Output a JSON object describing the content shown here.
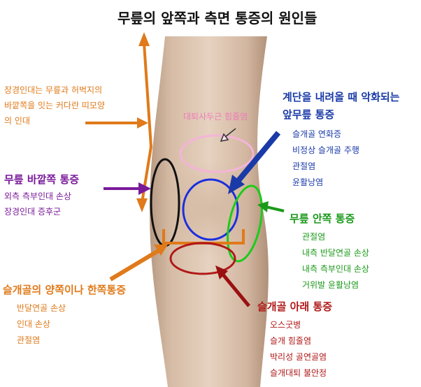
{
  "title": "무릎의 앞쪽과 측면 통증의 원인들",
  "itband": {
    "lines": [
      "장경인대는 무릎과 허벅지의",
      "바깥쪽을 잇는 커다란 띠모양",
      "의 인대"
    ]
  },
  "suprapatellar": {
    "label": "대퇴사두근 힘줄염"
  },
  "lateral": {
    "heading": "무릎 바깥쪽 통증",
    "items": [
      "외측 측부인대 손상",
      "장경인대 증후군"
    ]
  },
  "anterior": {
    "heading_lines": [
      "계단을 내려올 때 악화되는",
      "앞무릎 통증"
    ],
    "items": [
      "슬개골 연화증",
      "비정상 슬개골 주행",
      "관절염",
      "윤활낭염"
    ]
  },
  "medial": {
    "heading": "무릎 안쪽 통증",
    "items": [
      "관절염",
      "내측 반달연골 손상",
      "내측 측부인대 손상",
      "거위발 윤활낭염"
    ]
  },
  "sides": {
    "heading": "슬개골의 양쪽이나 한쪽통증",
    "items": [
      "반달연골 손상",
      "인대 손상",
      "관절염"
    ]
  },
  "inferior": {
    "heading": "슬개골 아래 통증",
    "items": [
      "오스굿병",
      "슬개 힘줄염",
      "박리성 골연골염",
      "슬개대퇴 불안정"
    ]
  },
  "colors": {
    "orange": "#e07a1a",
    "purple": "#7a1a9a",
    "blue": "#1a3aa8",
    "green": "#1a9a1a",
    "red": "#b01818",
    "pink": "#f07ab8",
    "skin": "#d8bca4"
  }
}
